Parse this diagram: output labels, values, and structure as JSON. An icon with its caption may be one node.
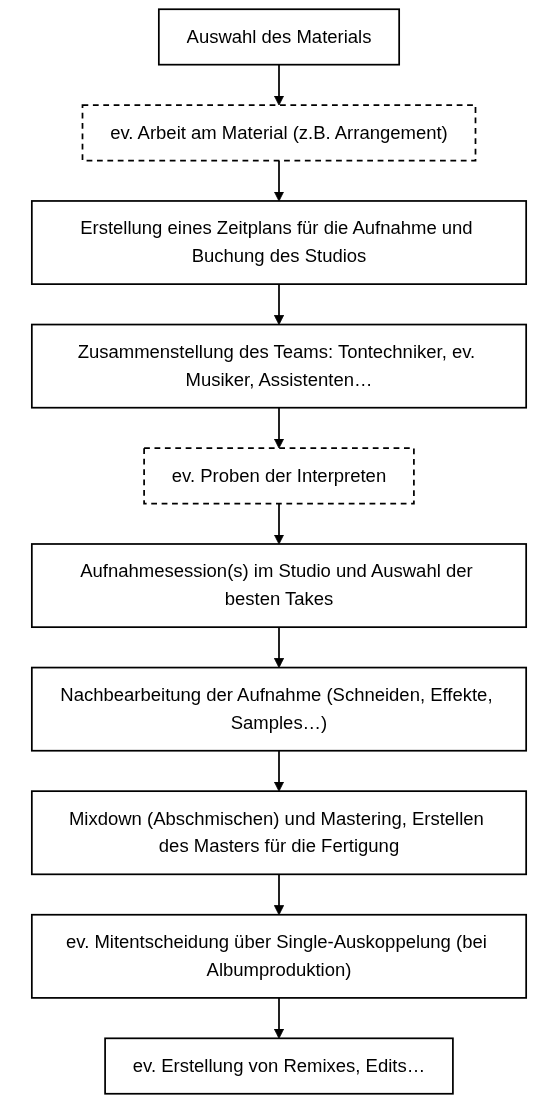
{
  "diagram": {
    "nodes": [
      {
        "text": [
          "Auswahl des Materials"
        ]
      },
      {
        "text": [
          "ev. Arbeit am Material (z.B. Arrangement)"
        ]
      },
      {
        "text": [
          "Erstellung eines Zeitplans für die Aufnahme und Buchung des Studios"
        ]
      },
      {
        "text": [
          "Zusammenstellung des Teams: Tontechniker, ev. Musiker, Assistenten…"
        ]
      },
      {
        "text": [
          "ev. Proben der Interpreten"
        ]
      },
      {
        "text": [
          "Aufnahmesession(s) im Studio und Auswahl der besten Takes"
        ]
      },
      {
        "text": [
          "Nachbearbeitung der Aufnahme (Schneiden, Effekte, Samples…)"
        ]
      },
      {
        "text": [
          "Mixdown (Abschmischen) und Mastering, Erstellen des Masters für die Fertigung"
        ]
      },
      {
        "text": [
          "ev. Mitentscheidung über Single-Auskoppelung (bei Albumproduktion)"
        ]
      },
      {
        "text": [
          "ev. Erstellung von Remixes, Edits…"
        ]
      }
    ],
    "edges": [
      {
        "from": 0,
        "to": 1,
        "arrow": "to"
      },
      {
        "from": 1,
        "to": 2,
        "arrow": "to"
      },
      {
        "from": 2,
        "to": 3,
        "arrow": "to"
      },
      {
        "from": 3,
        "to": 4,
        "arrow": "to"
      },
      {
        "from": 4,
        "to": 5,
        "arrow": "to"
      },
      {
        "from": 5,
        "to": 6,
        "arrow": "to"
      },
      {
        "from": 6,
        "to": 7,
        "arrow": "to"
      },
      {
        "from": 7,
        "to": 8,
        "arrow": "to"
      },
      {
        "from": 8,
        "to": 9,
        "arrow": "to"
      }
    ]
  }
}
